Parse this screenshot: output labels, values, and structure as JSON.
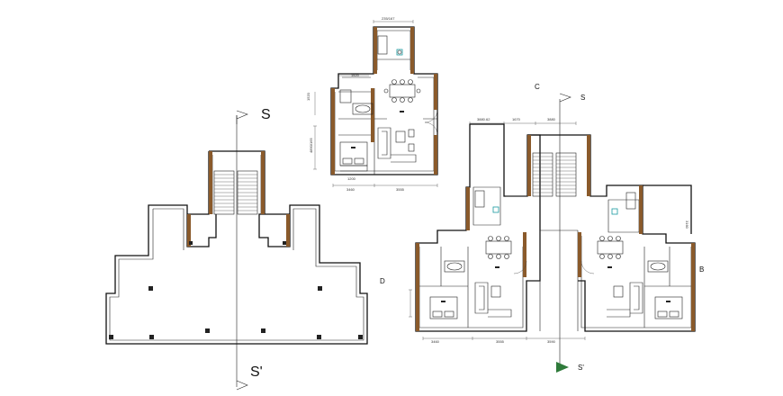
{
  "labels": {
    "section_top": "S",
    "section_bottom": "S'",
    "section_right_top": "S",
    "section_right_bottom": "S'",
    "mark_c": "C",
    "mark_d": "D",
    "mark_b": "B"
  },
  "dims": {
    "top_plan_top": "235/167",
    "top_plan_left_a": "1520",
    "top_plan_left_b": "4890/165",
    "top_plan_bottom_a": "1200",
    "top_plan_bottom_b": "3460",
    "top_plan_bottom_c": "3555",
    "right_top_a": "3880.62",
    "right_top_b": "1670",
    "right_top_c": "3880",
    "right_bottom_a": "3460",
    "right_bottom_b": "3555",
    "right_bottom_c": "3590",
    "right_side": "3160"
  },
  "colors": {
    "line": "#111111",
    "wall_fill": "#8a5a2b",
    "background": "#ffffff"
  }
}
